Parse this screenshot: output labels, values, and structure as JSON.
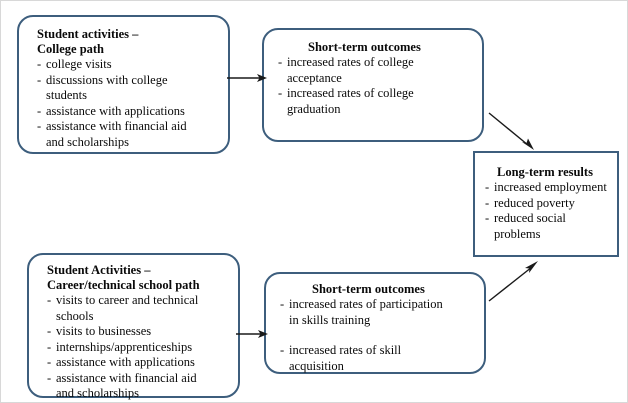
{
  "diagram": {
    "title": "College and career/technical pathway logic model",
    "theme": {
      "border_color": "#3d5e7d",
      "background": "#ffffff",
      "text_color": "#0a0a0a",
      "arrow_color": "#1a1a1a"
    },
    "nodes": [
      {
        "id": "college-activities",
        "title": "Student activities –\nCollege path",
        "items": [
          "college visits",
          "discussions with college\n students",
          "assistance with applications",
          "assistance with financial aid\n and scholarships"
        ]
      },
      {
        "id": "college-outcomes",
        "title": "Short-term outcomes",
        "items": [
          "increased rates of college\n acceptance",
          "increased rates of college\n  graduation"
        ]
      },
      {
        "id": "longterm-results",
        "title": "Long-term results",
        "items": [
          "increased employment",
          "reduced poverty",
          "reduced social\n problems"
        ]
      },
      {
        "id": "career-activities",
        "title": "Student Activities –\nCareer/technical school path",
        "items": [
          "visits to career and technical\n schools",
          "visits to businesses",
          "internships/apprenticeships",
          "assistance with applications",
          "assistance with financial aid\n and scholarships"
        ]
      },
      {
        "id": "career-outcomes",
        "title": "Short-term outcomes",
        "items": [
          "increased rates of participation\n in skills training",
          "increased rates of skill\n acquisition"
        ]
      }
    ],
    "arrows": [
      {
        "id": "college-activities-to-college-outcomes",
        "direction": "right"
      },
      {
        "id": "career-activities-to-career-outcomes",
        "direction": "right"
      },
      {
        "id": "college-outcomes-to-longterm-results",
        "direction": "down-right"
      },
      {
        "id": "career-outcomes-to-longterm-results",
        "direction": "up-right"
      }
    ]
  }
}
